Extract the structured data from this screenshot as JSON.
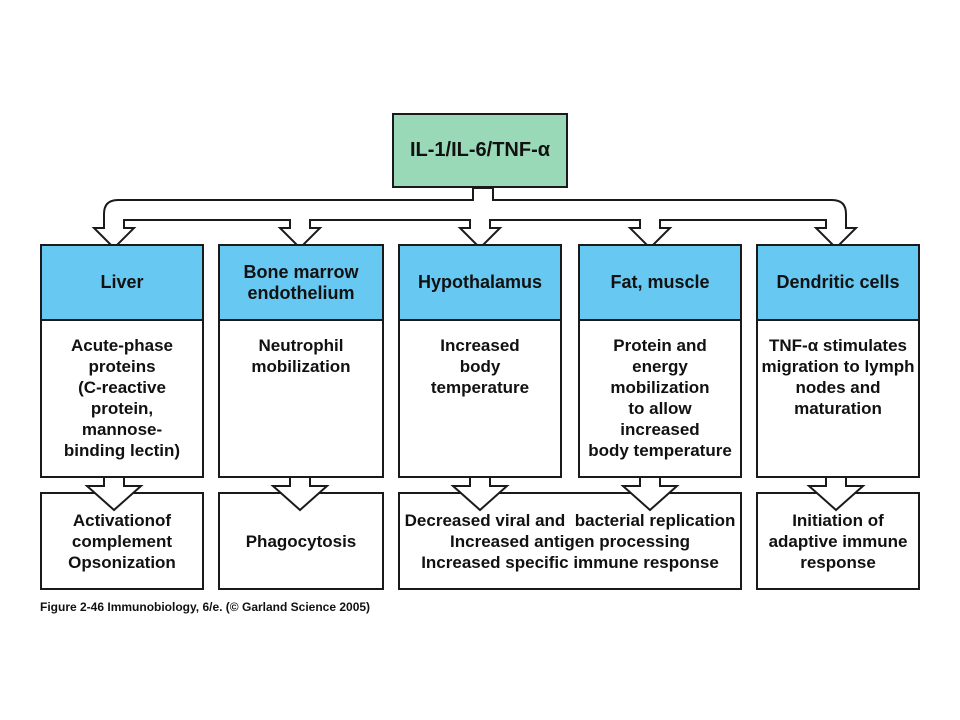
{
  "top": {
    "label": "IL-1/IL-6/TNF-α"
  },
  "columns": [
    {
      "header": [
        "Liver"
      ],
      "effects": [
        "Acute-phase",
        "proteins",
        "(C-reactive",
        "protein,",
        "mannose-",
        "binding lectin)"
      ]
    },
    {
      "header": [
        "Bone marrow",
        "endothelium"
      ],
      "effects": [
        "Neutrophil",
        "mobilization"
      ]
    },
    {
      "header": [
        "Hypothalamus"
      ],
      "effects": [
        "Increased",
        "body",
        "temperature"
      ]
    },
    {
      "header": [
        "Fat, muscle"
      ],
      "effects": [
        "Protein and",
        "energy",
        "mobilization",
        "to allow",
        "increased",
        "body temperature"
      ]
    },
    {
      "header": [
        "Dendritic cells"
      ],
      "effects": [
        "TNF-α stimulates",
        "migration to lymph",
        "nodes and",
        "maturation"
      ]
    }
  ],
  "outcomes": [
    {
      "lines": [
        "Activationof",
        "complement",
        "Opsonization"
      ]
    },
    {
      "lines": [
        "Phagocytosis"
      ]
    },
    {
      "lines": [
        "Decreased viral and  bacterial replication",
        "Increased antigen processing",
        "Increased specific immune response"
      ]
    },
    {
      "lines": [
        "Initiation of",
        "adaptive immune",
        "response"
      ]
    }
  ],
  "caption": "Figure 2-46  Immunobiology, 6/e. (© Garland Science 2005)",
  "colors": {
    "top": "#9ad9b8",
    "header": "#67c8f1",
    "stroke": "#1a1a1a"
  }
}
